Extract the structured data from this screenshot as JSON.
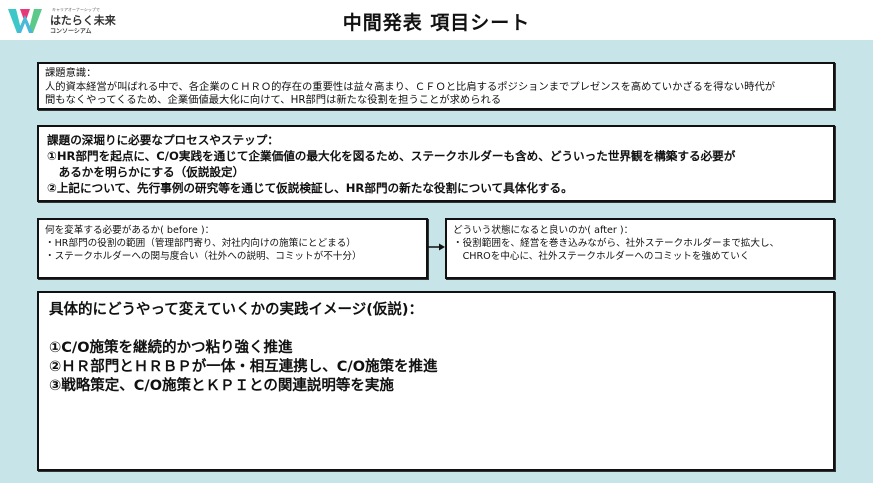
{
  "header": {
    "title": "中間発表 項目シート",
    "logo": {
      "tagline": "キャリアオーナーシップで",
      "name": "はたらく未来",
      "sub": "コンソーシアム"
    }
  },
  "issue": {
    "heading": "課題意識：",
    "lines": [
      "人的資本経営が叫ばれる中で、各企業のＣＨＲＯ的存在の重要性は益々高まり、ＣＦＯと比肩するポジションまでプレゼンスを高めていかざるを得ない時代が",
      "間もなくやってくるため、企業価値最大化に向けて、HR部門は新たな役割を担うことが求められる"
    ]
  },
  "process": {
    "heading": "課題の深堀りに必要なプロセスやステップ：",
    "lines": [
      "①HR部門を起点に、C/O実践を通じて企業価値の最大化を図るため、ステークホルダーも含め、どういった世界観を構築する必要が",
      "　あるかを明らかにする（仮説設定）",
      "②上記について、先行事例の研究等を通じて仮説検証し、HR部門の新たな役割について具体化する。"
    ]
  },
  "before": {
    "heading": "何を変革する必要があるか( before )：",
    "lines": [
      "・HR部門の役割の範囲（管理部門寄り、対社内向けの施策にとどまる）",
      "・ステークホルダーへの関与度合い（社外への説明、コミットが不十分）"
    ]
  },
  "after": {
    "heading": "どういう状態になると良いのか( after )：",
    "lines": [
      "・役割範囲を、経営を巻き込みながら、社外ステークホルダーまで拡大し、",
      "　CHROを中心に、社外ステークホルダーへのコミットを強めていく"
    ]
  },
  "practice": {
    "heading": "具体的にどうやって変えていくかの実践イメージ(仮説)：",
    "items": [
      "①C/O施策を継続的かつ粘り強く推進",
      "②ＨＲ部門とＨＲＢＰが一体・相互連携し、C/O施策を推進",
      "③戦略策定、C/O施策とＫＰＩとの関連説明等を実施"
    ]
  },
  "colors": {
    "background": "#c7e4e8",
    "logo_teal": "#3cc8c8",
    "logo_pink": "#e8387a",
    "logo_green": "#5cc88a"
  }
}
